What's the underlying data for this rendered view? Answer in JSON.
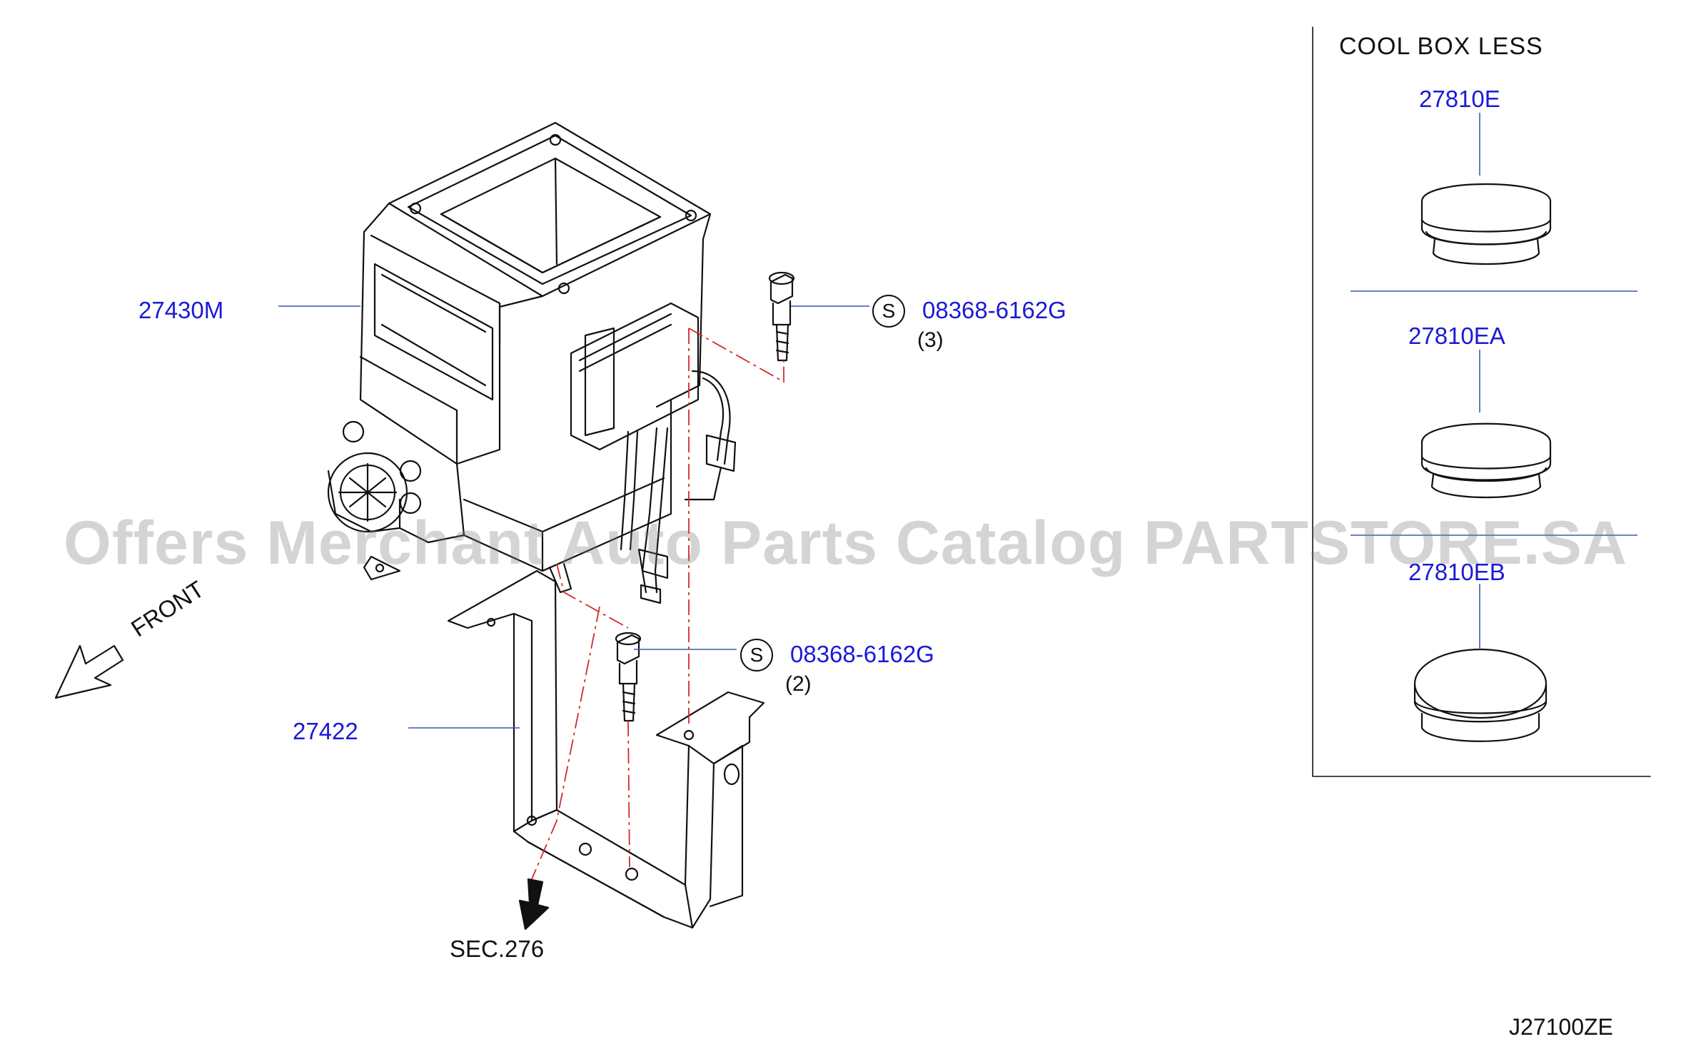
{
  "panel": {
    "title": "COOL  BOX  LESS"
  },
  "parts": {
    "blower": "27430M",
    "bracket": "27422",
    "plug_e": "27810E",
    "plug_ea": "27810EA",
    "plug_eb": "27810EB"
  },
  "bolts": [
    {
      "symbol": "S",
      "part": "08368-6162G",
      "qty": "(3)"
    },
    {
      "symbol": "S",
      "part": "08368-6162G",
      "qty": "(2)"
    }
  ],
  "direction_label": "FRONT",
  "section_ref": "SEC.276",
  "drawing_code": "J27100ZE",
  "watermark": "Offers Merchant Auto Parts Catalog PARTSTORE.SA",
  "colors": {
    "part_link": "#1a1ad6",
    "leader": "#3a5aa8",
    "dash": "#d42a2a",
    "line": "#111111"
  }
}
